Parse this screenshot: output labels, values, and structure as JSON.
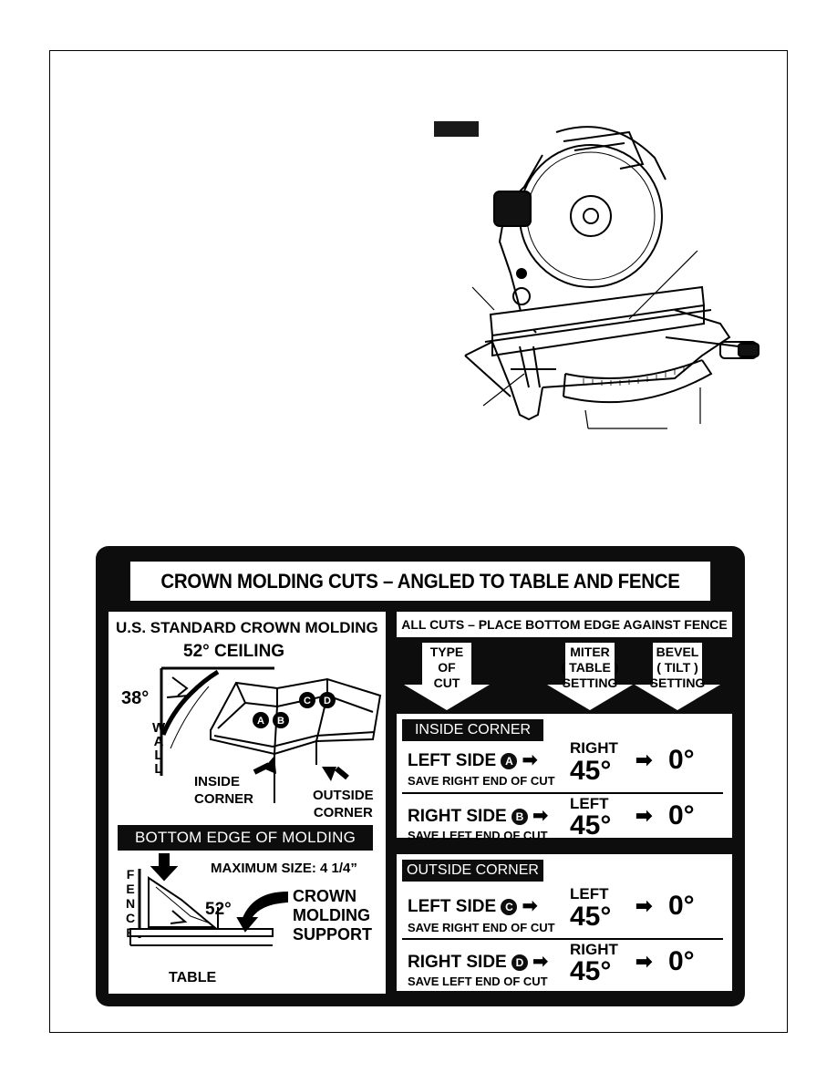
{
  "chart": {
    "title": "CROWN MOLDING CUTS – ANGLED TO TABLE AND FENCE",
    "left": {
      "title": "U.S. STANDARD CROWN MOLDING",
      "ceiling": "52° CEILING",
      "angle_38": "38°",
      "wall": [
        "W",
        "A",
        "L",
        "L"
      ],
      "inside_corner": [
        "INSIDE",
        "CORNER"
      ],
      "outside_corner": [
        "OUTSIDE",
        "CORNER"
      ],
      "bottom_edge": "BOTTOM EDGE OF MOLDING",
      "max_size": "MAXIMUM SIZE: 4 1/4”",
      "fence": [
        "F",
        "E",
        "N",
        "C",
        "E"
      ],
      "angle_52": "52°",
      "support": [
        "CROWN",
        "MOLDING",
        "SUPPORT"
      ],
      "table": "TABLE",
      "badges": [
        "A",
        "B",
        "C",
        "D"
      ]
    },
    "right": {
      "header": "ALL CUTS – PLACE BOTTOM EDGE AGAINST FENCE",
      "columns": [
        [
          "TYPE",
          "OF",
          "CUT"
        ],
        [
          "MITER",
          "( TABLE )",
          "SETTING"
        ],
        [
          "BEVEL",
          "( TILT )",
          "SETTING"
        ]
      ],
      "inside": {
        "title": "INSIDE CORNER",
        "rows": [
          {
            "side": "LEFT SIDE",
            "badge": "A",
            "save": "SAVE RIGHT END OF CUT",
            "dir": "RIGHT",
            "miter": "45°",
            "bevel": "0°"
          },
          {
            "side": "RIGHT SIDE",
            "badge": "B",
            "save": "SAVE LEFT END OF CUT",
            "dir": "LEFT",
            "miter": "45°",
            "bevel": "0°"
          }
        ]
      },
      "outside": {
        "title": "OUTSIDE CORNER",
        "rows": [
          {
            "side": "LEFT SIDE",
            "badge": "C",
            "save": "SAVE RIGHT END OF CUT",
            "dir": "LEFT",
            "miter": "45°",
            "bevel": "0°"
          },
          {
            "side": "RIGHT SIDE",
            "badge": "D",
            "save": "SAVE LEFT END OF CUT",
            "dir": "RIGHT",
            "miter": "45°",
            "bevel": "0°"
          }
        ]
      }
    }
  }
}
